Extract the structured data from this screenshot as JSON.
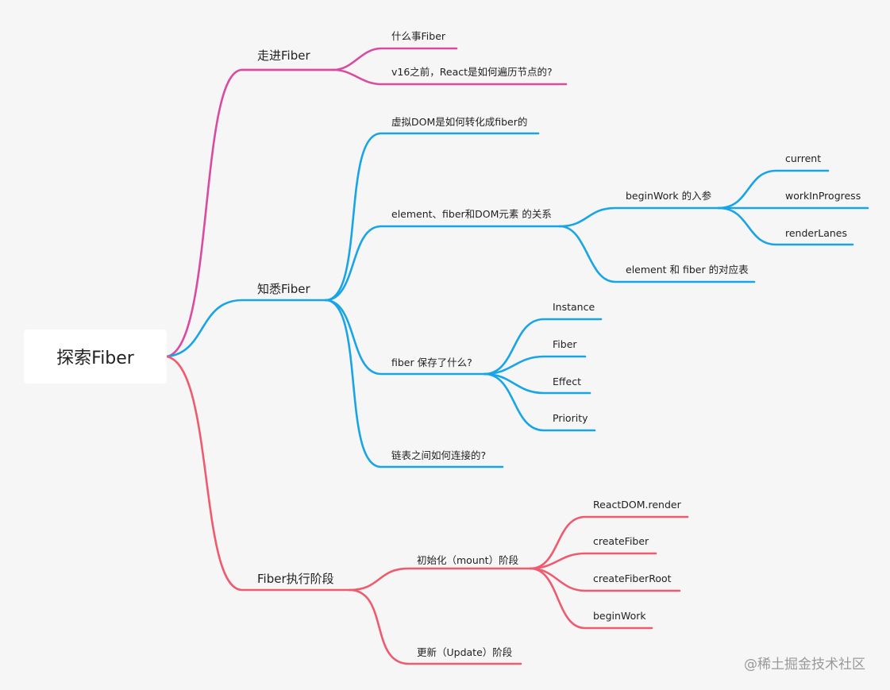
{
  "root": {
    "label": "探索Fiber"
  },
  "branches": {
    "intro": {
      "label": "走进Fiber",
      "children": [
        "什么事Fiber",
        "v16之前，React是如何遍历节点的?"
      ]
    },
    "know": {
      "label": "知悉Fiber",
      "children": {
        "vdom": "虚拟DOM是如何转化成fiber的",
        "relation": {
          "label": "element、fiber和DOM元素 的关系",
          "begin_work": {
            "label": "beginWork 的入参",
            "children": [
              "current",
              "workInProgress",
              "renderLanes"
            ]
          },
          "table": "element 和 fiber 的对应表"
        },
        "save": {
          "label": "fiber 保存了什么?",
          "children": [
            "Instance",
            "Fiber",
            "Effect",
            "Priority"
          ]
        },
        "linked": "链表之间如何连接的?"
      }
    },
    "exec": {
      "label": "Fiber执行阶段",
      "children": {
        "mount": {
          "label": "初始化（mount）阶段",
          "children": [
            "ReactDOM.render",
            "createFiber",
            "createFiberRoot",
            "beginWork"
          ]
        },
        "update": "更新（Update）阶段"
      }
    }
  },
  "watermark": "@稀土掘金技术社区",
  "colors": {
    "pink": "#d94aa0",
    "blue": "#18a5e6",
    "red": "#ef5b6e"
  }
}
